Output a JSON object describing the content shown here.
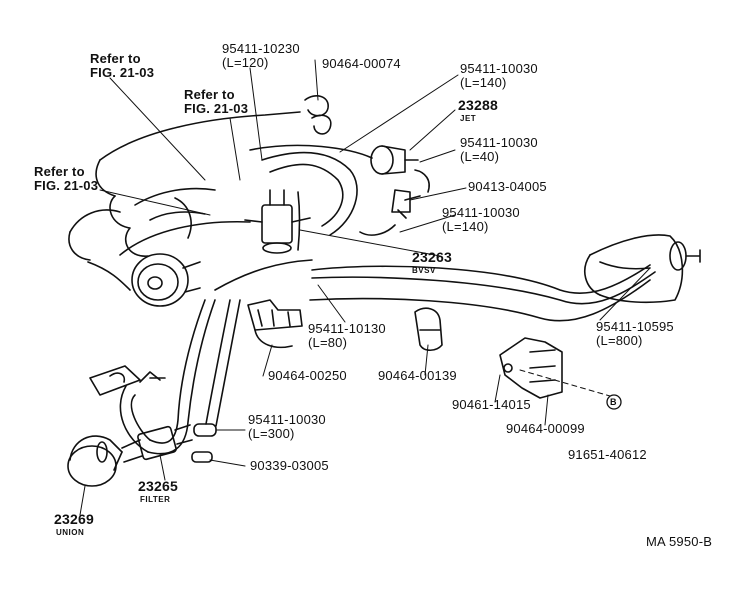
{
  "refs": {
    "ref_a": {
      "line1": "Refer to",
      "line2": "FIG. 21-03"
    },
    "ref_b": {
      "line1": "Refer to",
      "line2": "FIG. 21-03"
    },
    "ref_c": {
      "line1": "Refer to",
      "line2": "FIG. 21-03"
    }
  },
  "parts": {
    "p95411_10230": {
      "number": "95411-10230",
      "length": "(L=120)"
    },
    "p90464_00074": {
      "number": "90464-00074"
    },
    "p95411_10030_a": {
      "number": "95411-10030",
      "length": "(L=140)"
    },
    "p23288": {
      "number": "23288",
      "name": "JET"
    },
    "p95411_10030_b": {
      "number": "95411-10030",
      "length": "(L=40)"
    },
    "p90413_04005": {
      "number": "90413-04005"
    },
    "p95411_10030_c": {
      "number": "95411-10030",
      "length": "(L=140)"
    },
    "p23263": {
      "number": "23263",
      "name": "BVSV"
    },
    "p95411_10595": {
      "number": "95411-10595",
      "length": "(L=800)"
    },
    "p95411_10130": {
      "number": "95411-10130",
      "length": "(L=80)"
    },
    "p90464_00250": {
      "number": "90464-00250"
    },
    "p90464_00139": {
      "number": "90464-00139"
    },
    "p90461_14015": {
      "number": "90461-14015"
    },
    "p90464_00099": {
      "number": "90464-00099"
    },
    "p95411_10030_d": {
      "number": "95411-10030",
      "length": "(L=300)"
    },
    "p90339_03005": {
      "number": "90339-03005"
    },
    "p91651_40612": {
      "number": "91651-40612"
    },
    "p23265": {
      "number": "23265",
      "name": "FILTER"
    },
    "p23269": {
      "number": "23269",
      "name": "UNION"
    }
  },
  "circle_mark": "B",
  "figure_code": "MA 5950-B"
}
